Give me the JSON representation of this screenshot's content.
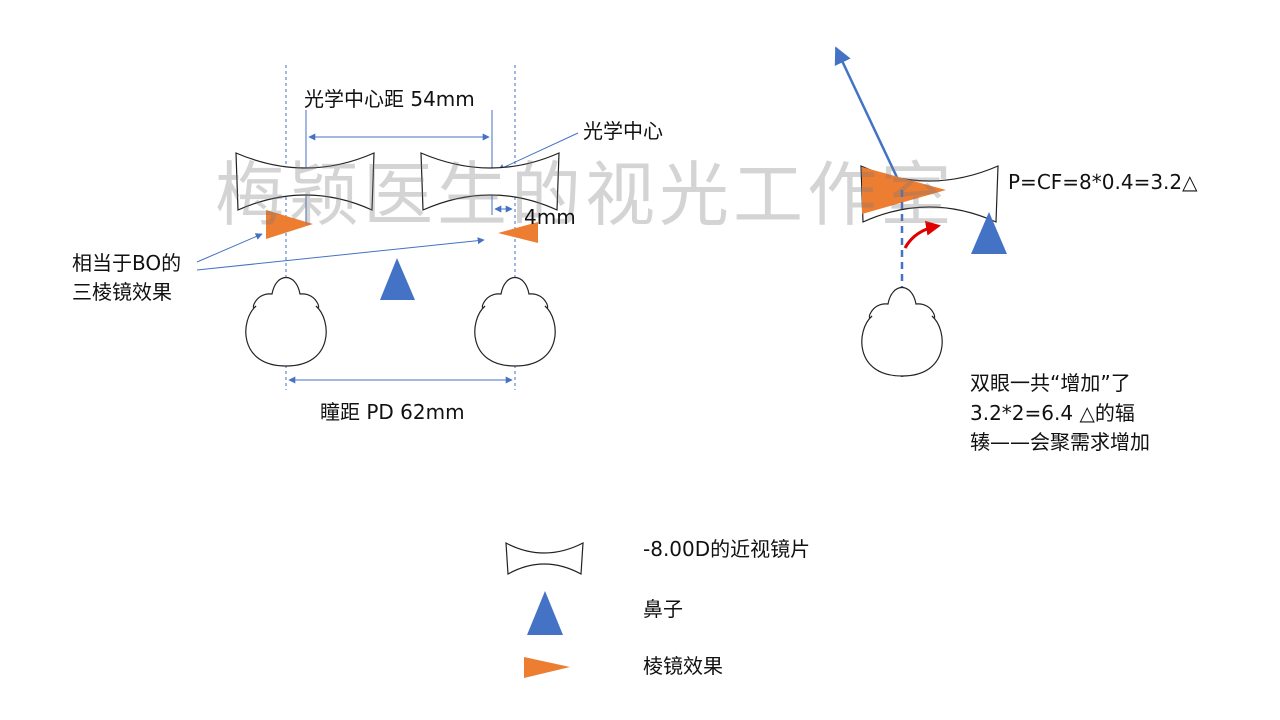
{
  "watermark": "梅颖医生的视光工作室",
  "left_diagram": {
    "optical_center_distance": "光学中心距 54mm",
    "optical_center": "光学中心",
    "decentration": "4mm",
    "bo_effect_line1": "相当于BO的",
    "bo_effect_line2": "三棱镜效果",
    "pupil_distance": "瞳距 PD 62mm"
  },
  "right_diagram": {
    "prism_formula": "P=CF=8*0.4=3.2△",
    "note_line1": "双眼一共“增加”了",
    "note_line2": "3.2*2=6.4 △的辐",
    "note_line3": "辏——会聚需求增加"
  },
  "legend": {
    "lens_label": "-8.00D的近视镜片",
    "nose_label": "鼻子",
    "prism_label": "棱镜效果"
  },
  "colors": {
    "blue": "#4472C4",
    "nose_blue": "#4472C4",
    "prism_orange": "#ED7D31",
    "red_arrow": "#E00000"
  }
}
